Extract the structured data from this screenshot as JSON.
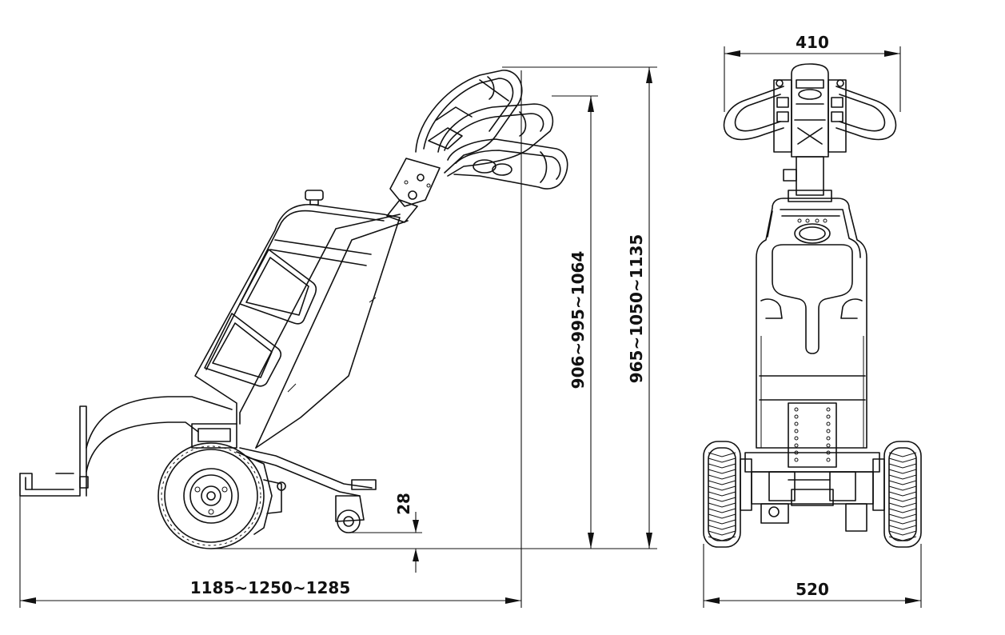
{
  "dimensions": {
    "side_overall_length": "1185~1250~1285",
    "side_handle_height_low": "906~995~1064",
    "side_handle_height_high": "965~1050~1135",
    "caster_ground_clearance": "28",
    "front_handle_width": "410",
    "front_overall_width": "520"
  }
}
